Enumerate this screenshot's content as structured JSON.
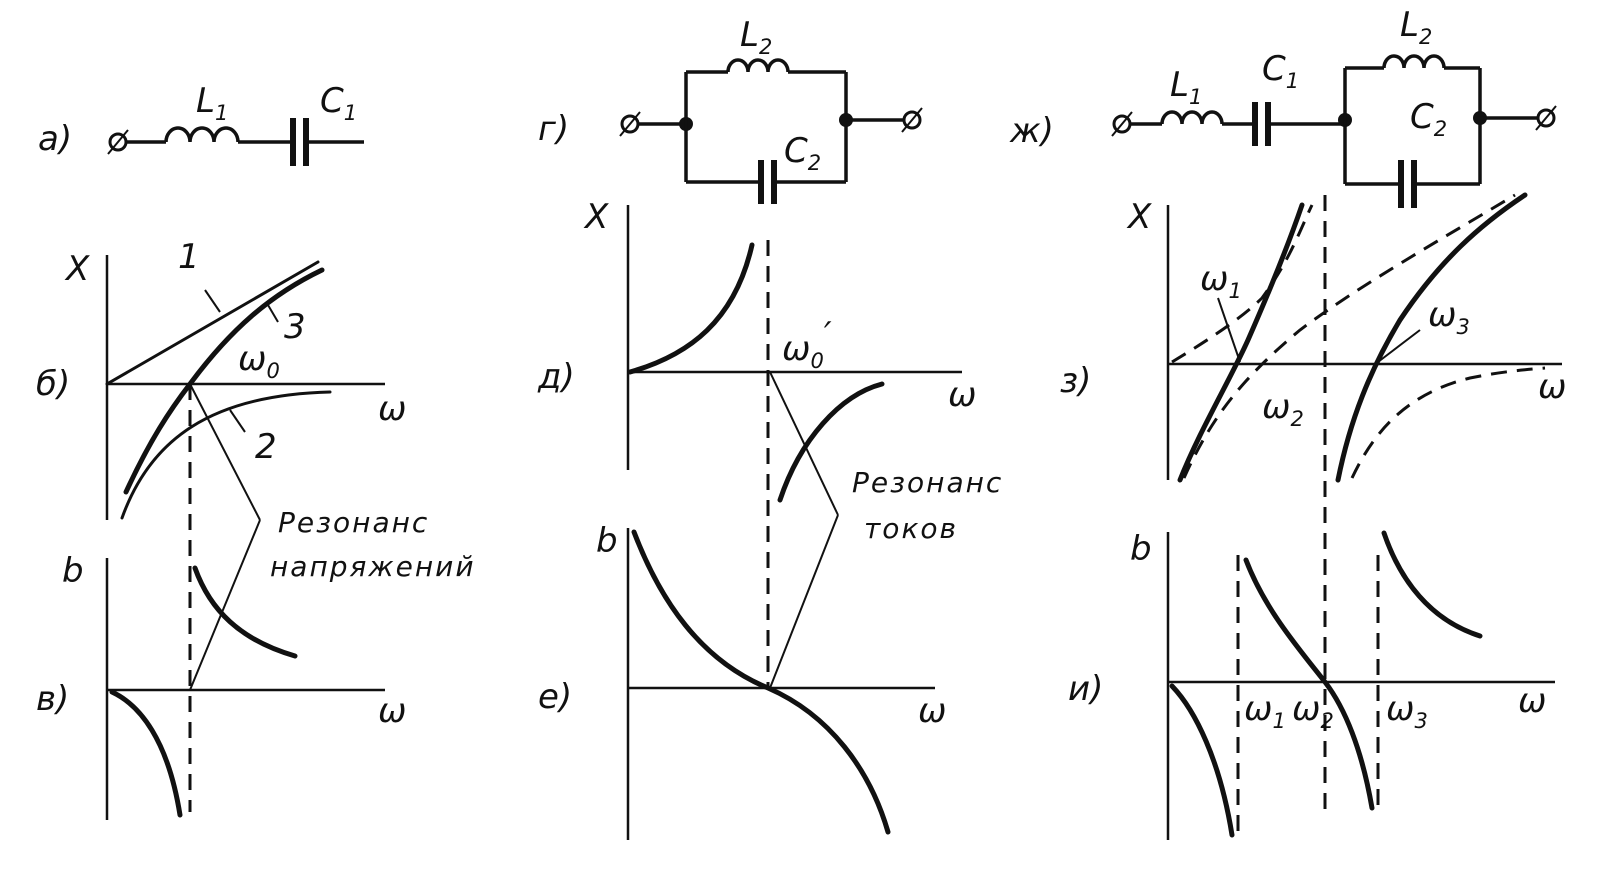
{
  "panels": {
    "a": {
      "tag": "а)",
      "L1": "L",
      "L1_sub": "1",
      "C1": "C",
      "C1_sub": "1"
    },
    "b": {
      "tag": "б)",
      "axis_y": "X",
      "axis_x": "ω",
      "res": "ω",
      "res_sub": "0",
      "curve1": "1",
      "curve2": "2",
      "curve3": "3"
    },
    "v": {
      "tag": "в)",
      "axis_y": "b",
      "axis_x": "ω"
    },
    "g": {
      "tag": "г)",
      "L2": "L",
      "L2_sub": "2",
      "C2": "C",
      "C2_sub": "2"
    },
    "d": {
      "tag": "д)",
      "axis_y": "X",
      "axis_x": "ω",
      "res": "ω",
      "res_sub": "0",
      "res_prime": "′"
    },
    "e": {
      "tag": "е)",
      "axis_y": "b",
      "axis_x": "ω"
    },
    "zh": {
      "tag": "ж)",
      "L1": "L",
      "L1_sub": "1",
      "C1": "C",
      "C1_sub": "1",
      "L2": "L",
      "L2_sub": "2",
      "C2": "C",
      "C2_sub": "2"
    },
    "z": {
      "tag": "з)",
      "axis_y": "X",
      "axis_x": "ω",
      "w1": "ω",
      "w1_sub": "1",
      "w2": "ω",
      "w2_sub": "2",
      "w3": "ω",
      "w3_sub": "3"
    },
    "i": {
      "tag": "и)",
      "axis_y": "b",
      "axis_x": "ω",
      "w1": "ω",
      "w1_sub": "1",
      "w2": "ω",
      "w2_sub": "2",
      "w3": "ω",
      "w3_sub": "3"
    }
  },
  "annotations": {
    "voltage_res_line1": "Резонанс",
    "voltage_res_line2": "напряжений",
    "current_res_line1": "Резонанс",
    "current_res_line2": "токов"
  }
}
